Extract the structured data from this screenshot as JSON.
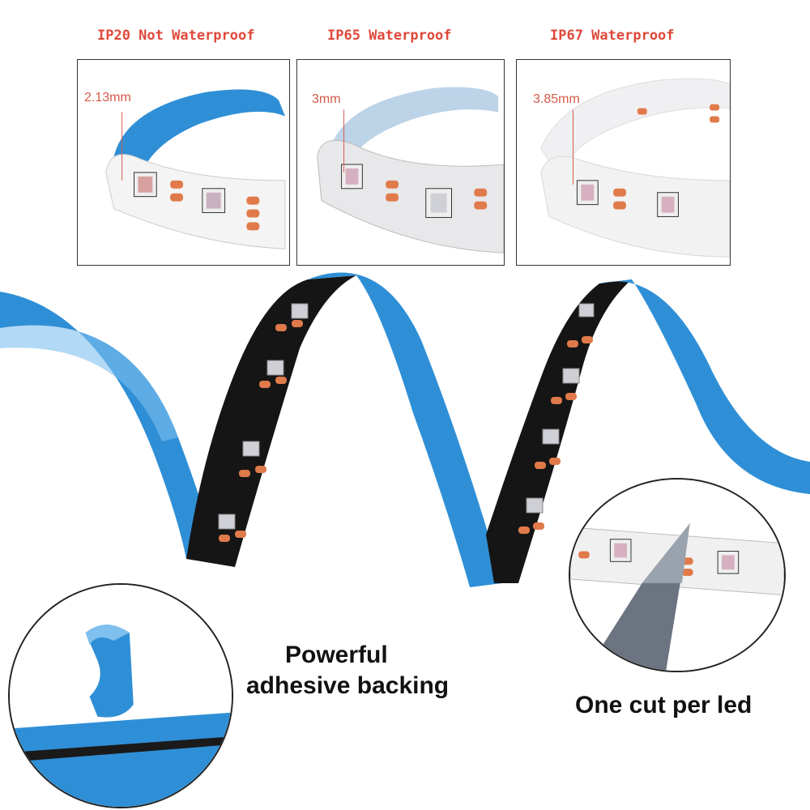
{
  "variants": [
    {
      "title": "IP20 Not Waterproof",
      "thickness": "2.13mm"
    },
    {
      "title": "IP65 Waterproof",
      "thickness": "3mm"
    },
    {
      "title": "IP67 Waterproof",
      "thickness": "3.85mm"
    }
  ],
  "features": {
    "adhesive": [
      "Powerful",
      "adhesive backing"
    ],
    "cut": "One cut per led"
  },
  "colors": {
    "title_red": "#e0483a",
    "backing_blue": "#2f8fd6",
    "pcb_black": "#151515",
    "pad_copper": "#e07a4a"
  }
}
